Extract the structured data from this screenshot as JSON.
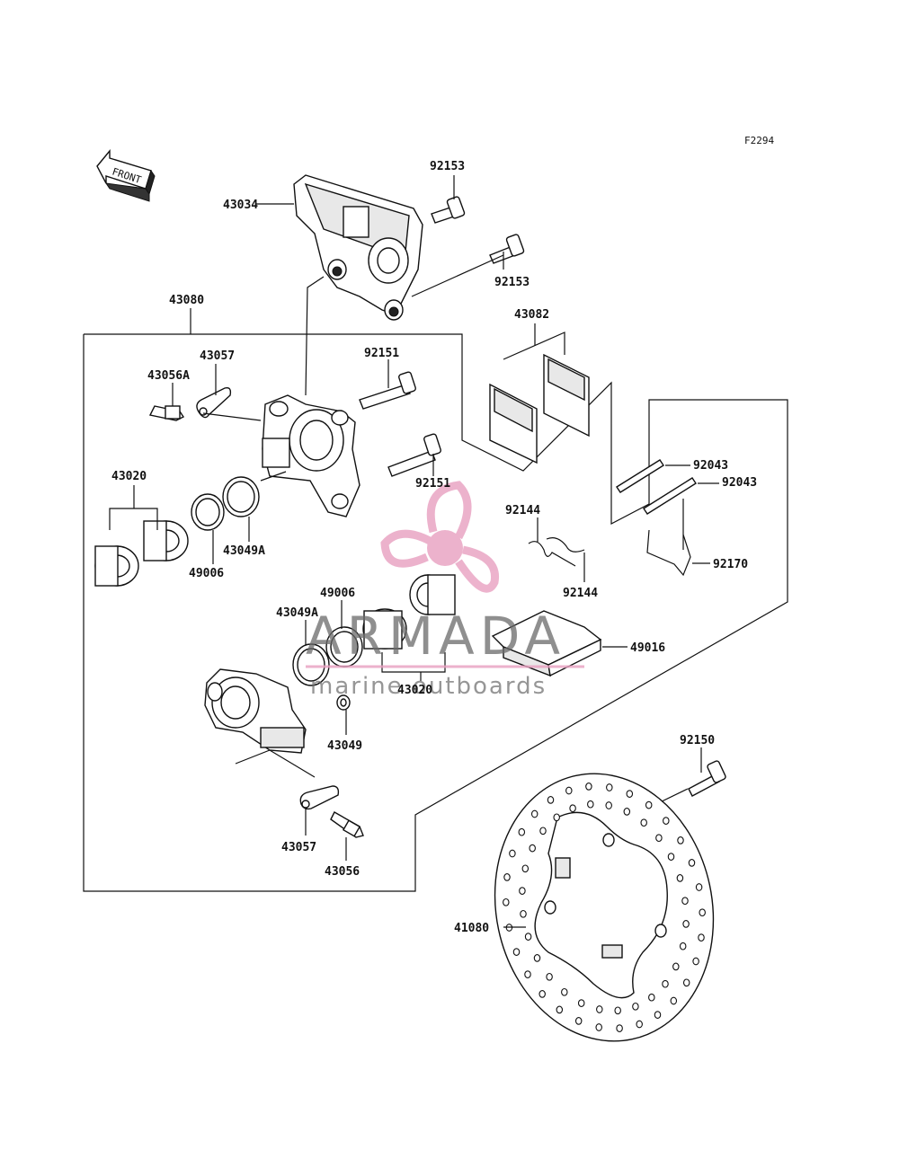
{
  "diagram": {
    "figure_code": "F2294",
    "front_label": "FRONT",
    "watermark": {
      "brand": "ARMADA",
      "tagline": "marine outboards"
    },
    "parts": {
      "p43034": "43034",
      "p92153a": "92153",
      "p92153b": "92153",
      "p43080": "43080",
      "p43082": "43082",
      "p43057a": "43057",
      "p43056A": "43056A",
      "p92151a": "92151",
      "p92151b": "92151",
      "p43020a": "43020",
      "p43049Aa": "43049A",
      "p49006a": "49006",
      "p92043a": "92043",
      "p92043b": "92043",
      "p92144a": "92144",
      "p92144b": "92144",
      "p92170": "92170",
      "p49006b": "49006",
      "p43049Ab": "43049A",
      "p43020b": "43020",
      "p49016": "49016",
      "p43049": "43049",
      "p43057b": "43057",
      "p43056": "43056",
      "p92150": "92150",
      "p41080": "41080"
    }
  },
  "colors": {
    "line": "#111111",
    "watermark_pink": "#e8a0c0",
    "watermark_gray": "#6a6a6a"
  }
}
